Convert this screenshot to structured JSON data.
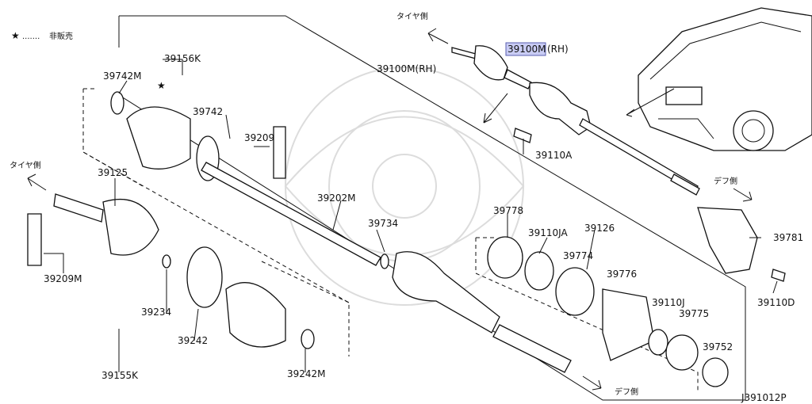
{
  "legend": {
    "star": "★",
    "text": "非販売"
  },
  "direction": {
    "tire": "タイヤ側",
    "diff": "デフ側"
  },
  "diagram_id": "J391012P",
  "highlight": {
    "part": "39100M",
    "suffix": "(RH)"
  },
  "labels": {
    "p39100M_rh": "39100M(RH)",
    "p39110A": "39110A",
    "p39742M": "39742M",
    "p39156K": "39156K",
    "p39742": "39742",
    "p39209": "39209",
    "p39125": "39125",
    "p39202M": "39202M",
    "p39734": "39734",
    "p39209M": "39209M",
    "p39234": "39234",
    "p39242": "39242",
    "p39155K": "39155K",
    "p39242M": "39242M",
    "p39778": "39778",
    "p39110JA": "39110JA",
    "p39126": "39126",
    "p39774": "39774",
    "p39776": "39776",
    "p39110J": "39110J",
    "p39775": "39775",
    "p39752": "39752",
    "p39781": "39781",
    "p39110D": "39110D"
  }
}
